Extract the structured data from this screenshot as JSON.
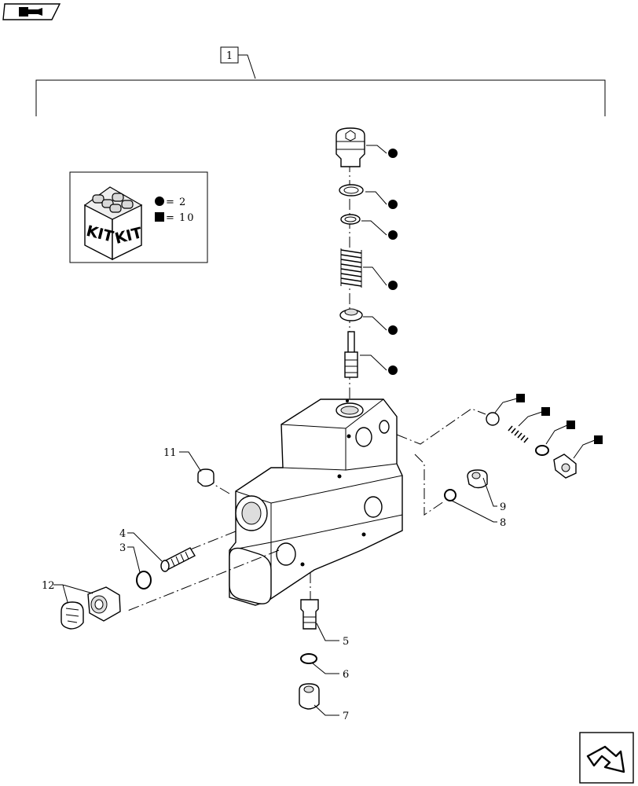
{
  "header": {
    "nav_icon": "back-arrow-icon"
  },
  "footer": {
    "nav_icon": "next-arrow-icon"
  },
  "assembly": {
    "label": "1"
  },
  "kit_legend": {
    "kit_text_left": "KIT",
    "kit_text_right": "KIT",
    "circle_count": "2",
    "square_count": "10"
  },
  "callouts": {
    "c3": "3",
    "c4": "4",
    "c5": "5",
    "c6": "6",
    "c7": "7",
    "c8": "8",
    "c9": "9",
    "c11": "11",
    "c12": "12"
  },
  "colors": {
    "ink": "#000000",
    "background": "#ffffff"
  }
}
